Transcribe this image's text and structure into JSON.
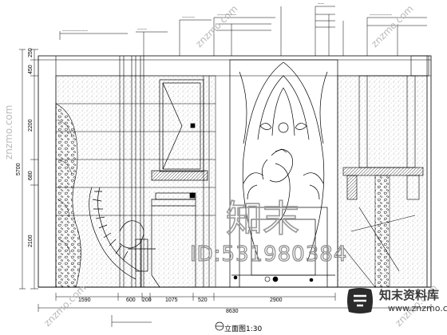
{
  "drawing": {
    "title": "立面图1:30",
    "watermark_main": "知末",
    "watermark_id": "ID:531980384",
    "watermark_diagonal": "znzmo.com",
    "brand_name": "知末资料库",
    "brand_url": "www.znzmo.com",
    "left_dimensions": [
      "250",
      "450",
      "2200",
      "680",
      "2100"
    ],
    "left_total": "5700",
    "bottom_dimensions": [
      "1590",
      "600",
      "200",
      "1075",
      "520",
      "2900"
    ],
    "bottom_total": "8630",
    "colors": {
      "line": "#000000",
      "watermark": "#9a9a9a",
      "background": "#ffffff"
    }
  }
}
